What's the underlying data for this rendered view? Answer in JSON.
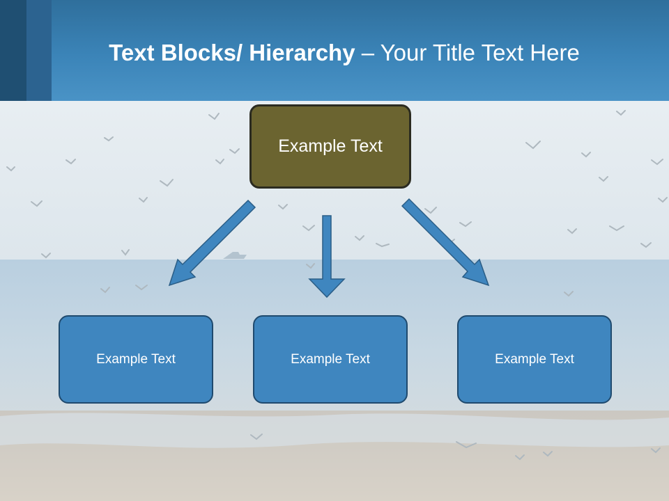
{
  "header": {
    "title_bold": "Text Blocks/ Hierarchy",
    "title_rest": " – Your Title Text Here"
  },
  "diagram": {
    "root": {
      "label": "Example Text",
      "color": "#6b6430"
    },
    "children": [
      {
        "label": "Example Text"
      },
      {
        "label": "Example Text"
      },
      {
        "label": "Example Text"
      }
    ],
    "child_color": "#3f86bf",
    "arrow_color": "#3f86bf"
  },
  "background": {
    "description_icon": "seagulls-over-beach-photo"
  }
}
